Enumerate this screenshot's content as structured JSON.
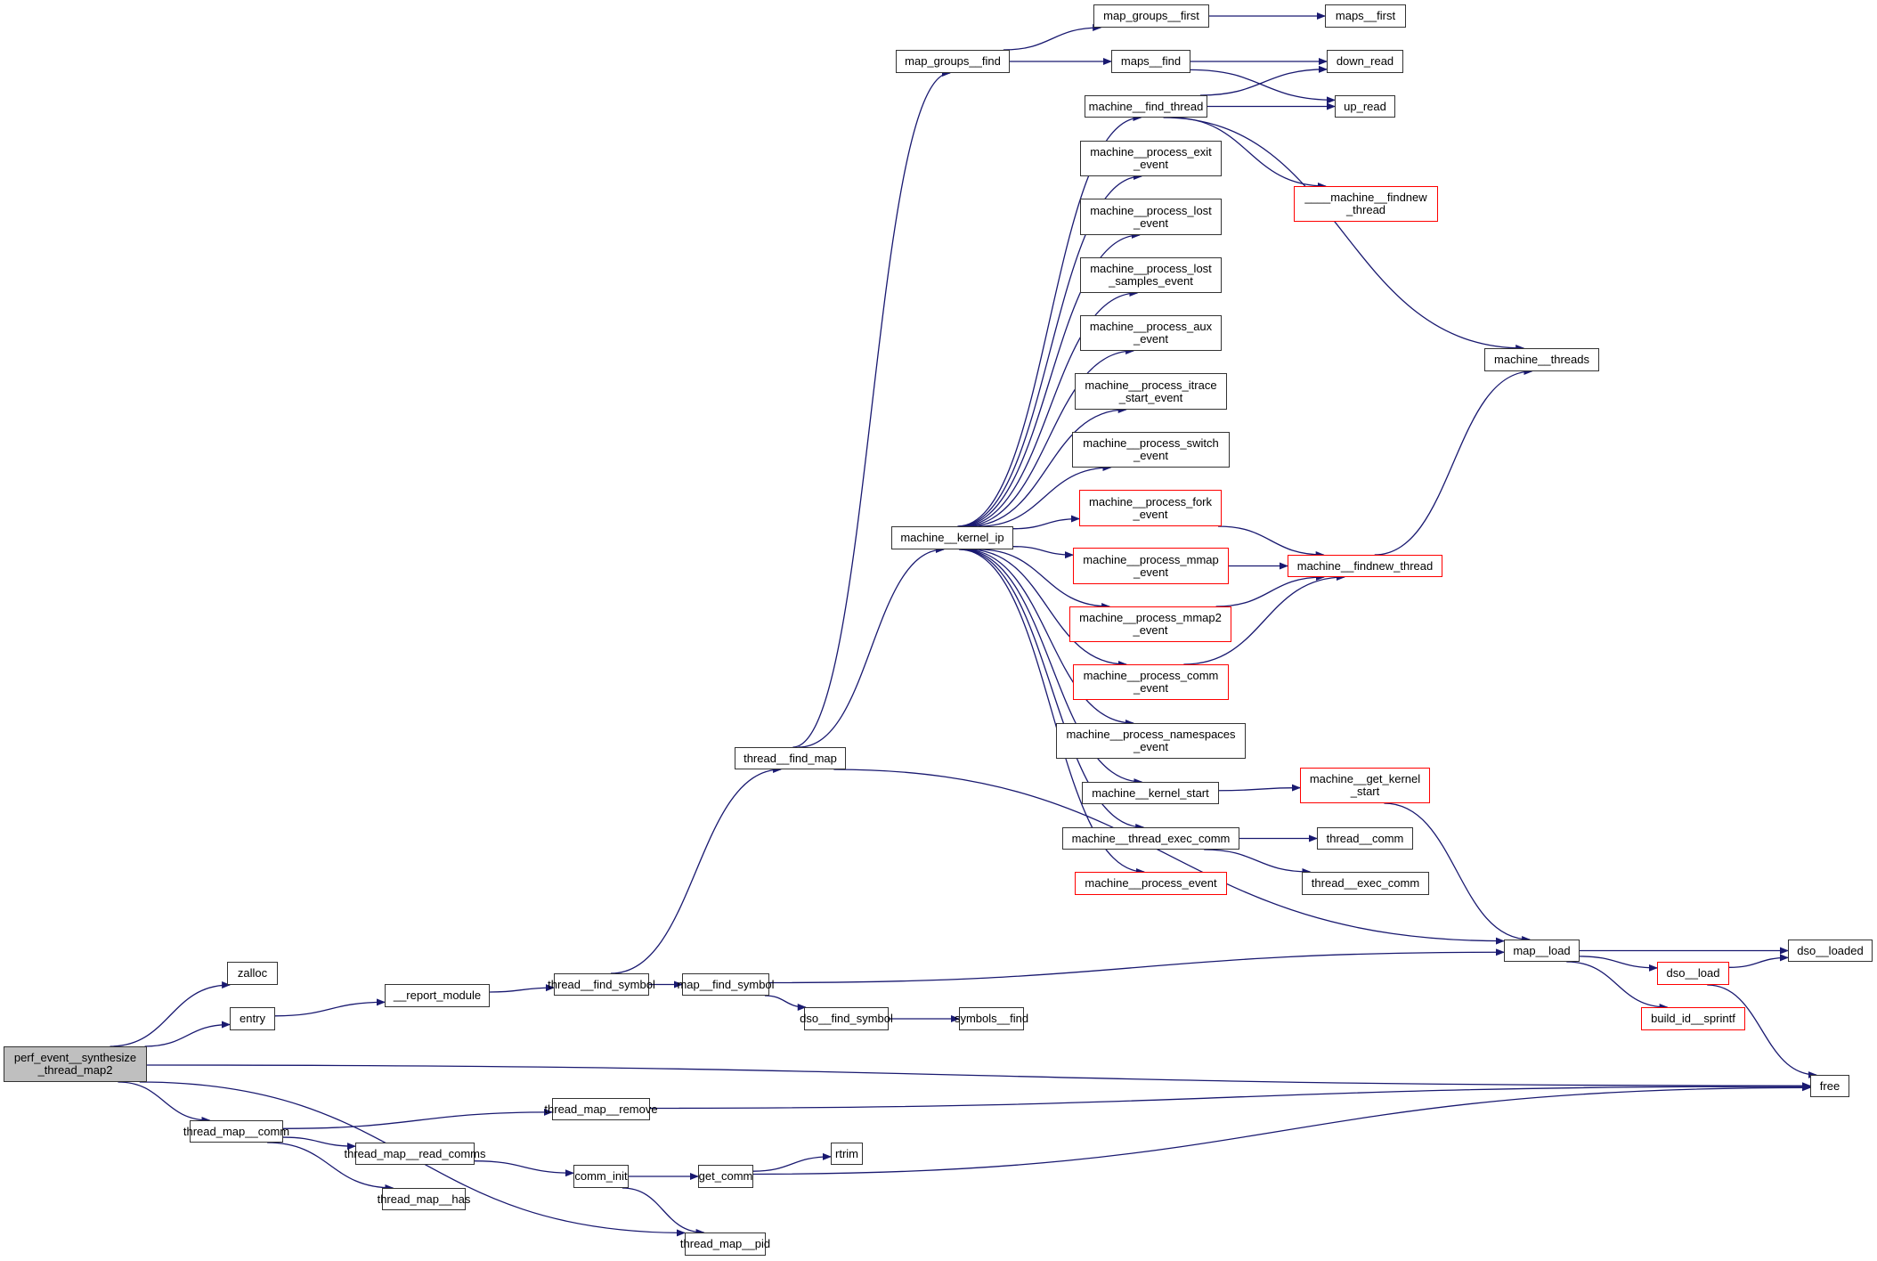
{
  "graph": {
    "title": "Call graph of perf_event__synthesize_thread_map2",
    "colors": {
      "edge": "#191970",
      "node_border": "#333333",
      "incomplete_border": "#ff0000",
      "root_fill": "#bfbfbf"
    },
    "nodes": [
      {
        "id": "root",
        "label": "perf_event__synthesize\n_thread_map2",
        "style": "root"
      },
      {
        "id": "zalloc",
        "label": "zalloc",
        "style": "normal"
      },
      {
        "id": "entry",
        "label": "entry",
        "style": "normal"
      },
      {
        "id": "report_module",
        "label": "__report_module",
        "style": "normal"
      },
      {
        "id": "thread_find_symbol",
        "label": "thread__find_symbol",
        "style": "normal"
      },
      {
        "id": "map_find_symbol",
        "label": "map__find_symbol",
        "style": "normal"
      },
      {
        "id": "dso_find_symbol",
        "label": "dso__find_symbol",
        "style": "normal"
      },
      {
        "id": "symbols_find",
        "label": "symbols__find",
        "style": "normal"
      },
      {
        "id": "thread_find_map",
        "label": "thread__find_map",
        "style": "normal"
      },
      {
        "id": "map_groups_find",
        "label": "map_groups__find",
        "style": "normal"
      },
      {
        "id": "map_groups_first",
        "label": "map_groups__first",
        "style": "normal"
      },
      {
        "id": "maps_first",
        "label": "maps__first",
        "style": "normal"
      },
      {
        "id": "maps_find",
        "label": "maps__find",
        "style": "normal"
      },
      {
        "id": "down_read",
        "label": "down_read",
        "style": "normal"
      },
      {
        "id": "up_read",
        "label": "up_read",
        "style": "normal"
      },
      {
        "id": "machine_find_thread",
        "label": "machine__find_thread",
        "style": "normal"
      },
      {
        "id": "machine_findnew_thread_internal",
        "label": "____machine__findnew\n_thread",
        "style": "incomplete"
      },
      {
        "id": "machine_threads",
        "label": "machine__threads",
        "style": "normal"
      },
      {
        "id": "machine_kernel_ip",
        "label": "machine__kernel_ip",
        "style": "normal"
      },
      {
        "id": "mp_exit",
        "label": "machine__process_exit\n_event",
        "style": "normal"
      },
      {
        "id": "mp_lost",
        "label": "machine__process_lost\n_event",
        "style": "normal"
      },
      {
        "id": "mp_lost_samples",
        "label": "machine__process_lost\n_samples_event",
        "style": "normal"
      },
      {
        "id": "mp_aux",
        "label": "machine__process_aux\n_event",
        "style": "normal"
      },
      {
        "id": "mp_itrace",
        "label": "machine__process_itrace\n_start_event",
        "style": "normal"
      },
      {
        "id": "mp_switch",
        "label": "machine__process_switch\n_event",
        "style": "normal"
      },
      {
        "id": "mp_fork",
        "label": "machine__process_fork\n_event",
        "style": "incomplete"
      },
      {
        "id": "mp_mmap",
        "label": "machine__process_mmap\n_event",
        "style": "incomplete"
      },
      {
        "id": "mp_mmap2",
        "label": "machine__process_mmap2\n_event",
        "style": "incomplete"
      },
      {
        "id": "mp_comm",
        "label": "machine__process_comm\n_event",
        "style": "incomplete"
      },
      {
        "id": "mp_namespaces",
        "label": "machine__process_namespaces\n_event",
        "style": "normal"
      },
      {
        "id": "machine_findnew_thread",
        "label": "machine__findnew_thread",
        "style": "incomplete"
      },
      {
        "id": "machine_kernel_start",
        "label": "machine__kernel_start",
        "style": "normal"
      },
      {
        "id": "machine_get_kernel_start",
        "label": "machine__get_kernel\n_start",
        "style": "incomplete"
      },
      {
        "id": "machine_thread_exec_comm",
        "label": "machine__thread_exec_comm",
        "style": "normal"
      },
      {
        "id": "thread_comm",
        "label": "thread__comm",
        "style": "normal"
      },
      {
        "id": "thread_exec_comm",
        "label": "thread__exec_comm",
        "style": "normal"
      },
      {
        "id": "mp_event",
        "label": "machine__process_event",
        "style": "incomplete"
      },
      {
        "id": "map_load",
        "label": "map__load",
        "style": "normal"
      },
      {
        "id": "dso_loaded",
        "label": "dso__loaded",
        "style": "normal"
      },
      {
        "id": "dso_load",
        "label": "dso__load",
        "style": "incomplete"
      },
      {
        "id": "build_id_sprintf",
        "label": "build_id__sprintf",
        "style": "incomplete"
      },
      {
        "id": "free",
        "label": "free",
        "style": "normal"
      },
      {
        "id": "thread_map_comm",
        "label": "thread_map__comm",
        "style": "normal"
      },
      {
        "id": "thread_map_remove",
        "label": "thread_map__remove",
        "style": "normal"
      },
      {
        "id": "thread_map_read_comms",
        "label": "thread_map__read_comms",
        "style": "normal"
      },
      {
        "id": "thread_map_has",
        "label": "thread_map__has",
        "style": "normal"
      },
      {
        "id": "comm_init",
        "label": "comm_init",
        "style": "normal"
      },
      {
        "id": "get_comm",
        "label": "get_comm",
        "style": "normal"
      },
      {
        "id": "rtrim",
        "label": "rtrim",
        "style": "normal"
      },
      {
        "id": "thread_map_pid",
        "label": "thread_map__pid",
        "style": "normal"
      }
    ],
    "edges": [
      [
        "root",
        "zalloc"
      ],
      [
        "root",
        "entry"
      ],
      [
        "root",
        "free"
      ],
      [
        "root",
        "thread_map_comm"
      ],
      [
        "root",
        "thread_map_pid"
      ],
      [
        "entry",
        "report_module"
      ],
      [
        "report_module",
        "thread_find_symbol"
      ],
      [
        "thread_find_symbol",
        "thread_find_map"
      ],
      [
        "thread_find_symbol",
        "map_find_symbol"
      ],
      [
        "map_find_symbol",
        "map_load"
      ],
      [
        "map_find_symbol",
        "dso_find_symbol"
      ],
      [
        "dso_find_symbol",
        "symbols_find"
      ],
      [
        "thread_find_map",
        "map_groups_find"
      ],
      [
        "thread_find_map",
        "machine_kernel_ip"
      ],
      [
        "thread_find_map",
        "map_load"
      ],
      [
        "map_groups_find",
        "map_groups_first"
      ],
      [
        "map_groups_find",
        "maps_find"
      ],
      [
        "map_groups_first",
        "maps_first"
      ],
      [
        "maps_find",
        "down_read"
      ],
      [
        "maps_find",
        "up_read"
      ],
      [
        "machine_kernel_ip",
        "machine_find_thread"
      ],
      [
        "machine_kernel_ip",
        "mp_exit"
      ],
      [
        "machine_kernel_ip",
        "mp_lost"
      ],
      [
        "machine_kernel_ip",
        "mp_lost_samples"
      ],
      [
        "machine_kernel_ip",
        "mp_aux"
      ],
      [
        "machine_kernel_ip",
        "mp_itrace"
      ],
      [
        "machine_kernel_ip",
        "mp_switch"
      ],
      [
        "machine_kernel_ip",
        "mp_fork"
      ],
      [
        "machine_kernel_ip",
        "mp_mmap"
      ],
      [
        "machine_kernel_ip",
        "mp_mmap2"
      ],
      [
        "machine_kernel_ip",
        "mp_comm"
      ],
      [
        "machine_kernel_ip",
        "mp_namespaces"
      ],
      [
        "machine_kernel_ip",
        "machine_kernel_start"
      ],
      [
        "machine_kernel_ip",
        "machine_thread_exec_comm"
      ],
      [
        "machine_kernel_ip",
        "mp_event"
      ],
      [
        "machine_find_thread",
        "down_read"
      ],
      [
        "machine_find_thread",
        "up_read"
      ],
      [
        "machine_find_thread",
        "machine_findnew_thread_internal"
      ],
      [
        "machine_find_thread",
        "machine_threads"
      ],
      [
        "mp_fork",
        "machine_findnew_thread"
      ],
      [
        "mp_mmap",
        "machine_findnew_thread"
      ],
      [
        "mp_mmap2",
        "machine_findnew_thread"
      ],
      [
        "mp_comm",
        "machine_findnew_thread"
      ],
      [
        "machine_findnew_thread",
        "machine_threads"
      ],
      [
        "machine_kernel_start",
        "machine_get_kernel_start"
      ],
      [
        "machine_get_kernel_start",
        "map_load"
      ],
      [
        "machine_thread_exec_comm",
        "thread_comm"
      ],
      [
        "machine_thread_exec_comm",
        "thread_exec_comm"
      ],
      [
        "map_load",
        "dso_loaded"
      ],
      [
        "map_load",
        "dso_load"
      ],
      [
        "map_load",
        "build_id_sprintf"
      ],
      [
        "dso_load",
        "dso_loaded"
      ],
      [
        "dso_load",
        "free"
      ],
      [
        "thread_map_comm",
        "thread_map_remove"
      ],
      [
        "thread_map_comm",
        "thread_map_read_comms"
      ],
      [
        "thread_map_comm",
        "thread_map_has"
      ],
      [
        "thread_map_remove",
        "free"
      ],
      [
        "thread_map_read_comms",
        "comm_init"
      ],
      [
        "comm_init",
        "get_comm"
      ],
      [
        "comm_init",
        "thread_map_pid"
      ],
      [
        "get_comm",
        "rtrim"
      ],
      [
        "get_comm",
        "free"
      ]
    ]
  }
}
